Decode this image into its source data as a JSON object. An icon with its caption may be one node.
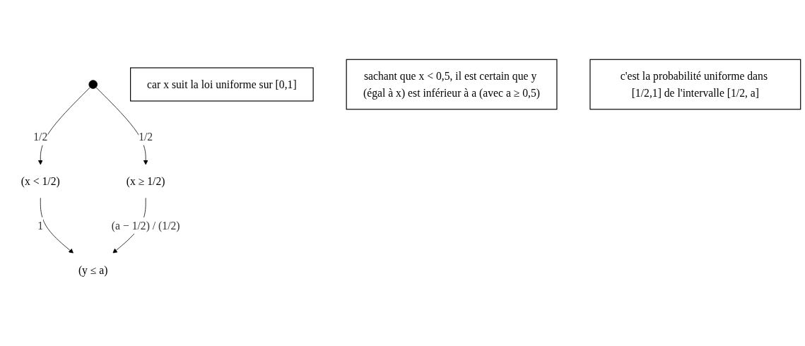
{
  "diagram": {
    "nodes": [
      {
        "text": [
          "car x suit la loi uniforme sur [0,1]"
        ]
      },
      {
        "text": [
          "(x < 1/2)"
        ]
      },
      {
        "text": [
          "(x ≥ 1/2)"
        ]
      },
      {
        "text": [
          "sachant que x < 0,5, il est certain que y (égal à x) est inférieur à a (avec a ≥ 0,5)"
        ]
      },
      {
        "text": [
          "c'est la probabilité uniforme dans [1/2,1] de l'intervalle [1/2, a]"
        ]
      },
      {
        "text": [
          "(y ≤ a)"
        ]
      }
    ],
    "edges": [
      {
        "from": null,
        "to": 1,
        "arrow": "to",
        "label": "1/2"
      },
      {
        "from": null,
        "to": 2,
        "arrow": "to",
        "label": "1/2"
      },
      {
        "from": 1,
        "to": 5,
        "arrow": "to",
        "label": "1"
      },
      {
        "from": 2,
        "to": 5,
        "arrow": "to",
        "label": "(a − 1/2) / (1/2)"
      }
    ]
  }
}
